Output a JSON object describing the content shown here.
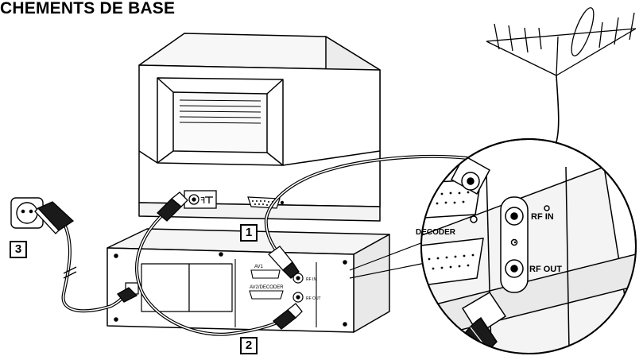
{
  "title": "CHEMENTS DE BASE",
  "callouts": {
    "c1": "1",
    "c2": "2",
    "c3": "3"
  },
  "labels": {
    "av1": "AV1",
    "av2": "AV2/DECODER",
    "rf_in_small": "RF IN",
    "rf_out_small": "RF OUT",
    "decoder_zoom": "DECODER",
    "rf_in_zoom": "RF IN",
    "rf_out_zoom": "RF OUT"
  }
}
